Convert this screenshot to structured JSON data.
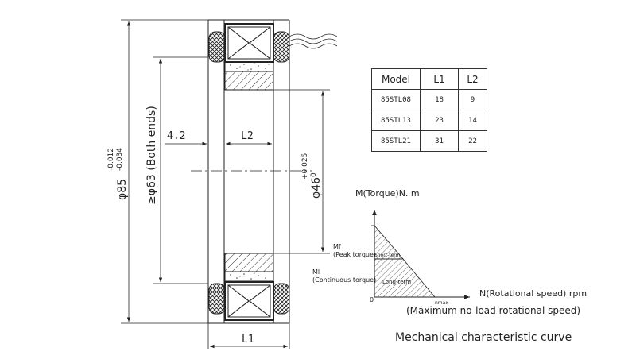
{
  "drawing": {
    "dim_outer": "φ85",
    "dim_outer_tol_upper": "-0.012",
    "dim_outer_tol_lower": "-0.034",
    "dim_inner": "≥φ63 (Both ends)",
    "dim_bore": "φ46",
    "dim_bore_tol_upper": "+0.025",
    "dim_bore_tol_lower": "0",
    "dim_offset": "4.2",
    "dim_l2": "L2",
    "dim_l1": "L1"
  },
  "table": {
    "headers": [
      "Model",
      "L1",
      "L2"
    ],
    "rows": [
      [
        "85STL08",
        "18",
        "9"
      ],
      [
        "85STL13",
        "23",
        "14"
      ],
      [
        "85STL21",
        "31",
        "22"
      ]
    ]
  },
  "curve": {
    "y_axis_label": "M(Torque)N. m",
    "x_axis_label": "N(Rotational speed) rpm",
    "x_axis_note": "(Maximum no-load rotational speed)",
    "origin": "0",
    "mf_label": "Mf",
    "mf_desc": "(Peak torque)",
    "ml_label": "Ml",
    "ml_desc": "(Continuous torque)",
    "short_term": "Short-term",
    "long_term": "Long-term",
    "n_max": "nmax",
    "caption": "Mechanical characteristic curve"
  }
}
